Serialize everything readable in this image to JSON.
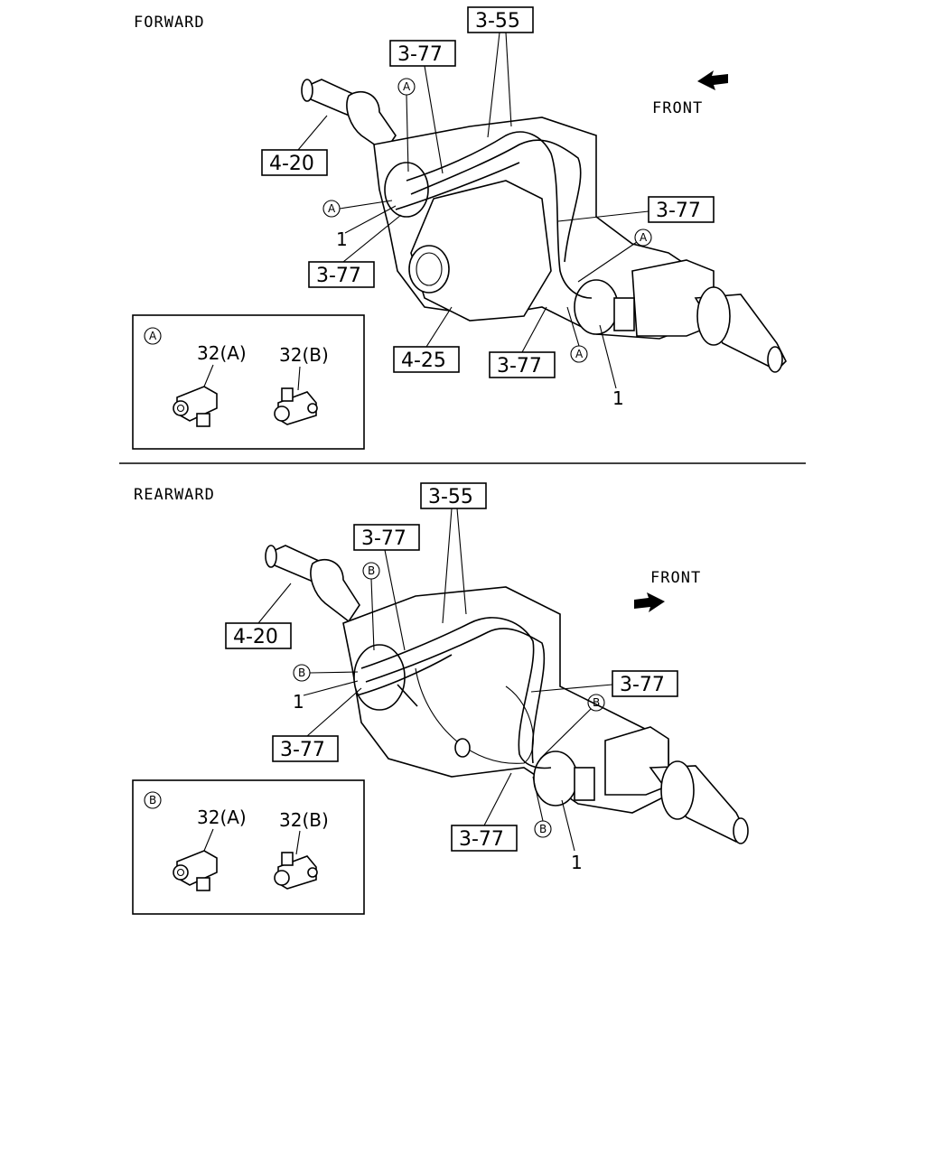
{
  "sections": {
    "forward": {
      "title": "FORWARD",
      "front_label": "FRONT",
      "callouts": [
        "3-55",
        "3-77",
        "4-20",
        "3-77",
        "3-77",
        "4-25",
        "3-77"
      ],
      "numbers": [
        "1",
        "1"
      ],
      "circle_marks": [
        "A",
        "A",
        "A",
        "A"
      ],
      "detail": {
        "mark": "A",
        "items": [
          "32(A)",
          "32(B)"
        ]
      }
    },
    "rearward": {
      "title": "REARWARD",
      "front_label": "FRONT",
      "callouts": [
        "3-55",
        "3-77",
        "4-20",
        "3-77",
        "3-77",
        "3-77"
      ],
      "numbers": [
        "1",
        "1"
      ],
      "circle_marks": [
        "B",
        "B",
        "B",
        "B"
      ],
      "detail": {
        "mark": "B",
        "items": [
          "32(A)",
          "32(B)"
        ]
      }
    }
  }
}
